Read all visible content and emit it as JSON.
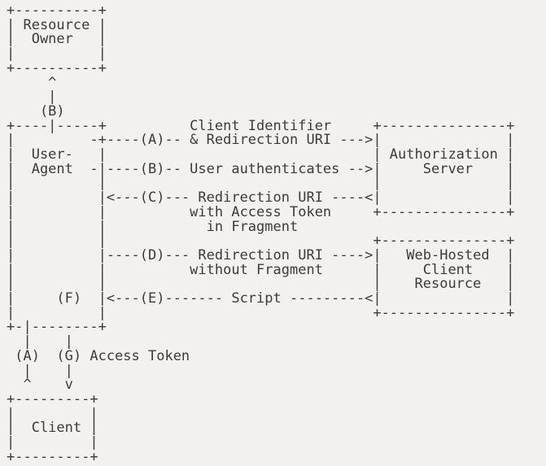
{
  "colors": {
    "background": "#f2f1ee",
    "text": "#3b3b3b"
  },
  "diagram": {
    "ascii": "+----------+\n| Resource |\n|  Owner   |\n|          |\n+----------+\n     ^\n     |\n    (B)\n+----|-----+          Client Identifier     +---------------+\n|         -+----(A)-- & Redirection URI --->|               |\n|  User-   |                                | Authorization |\n|  Agent  -|----(B)-- User authenticates -->|     Server    |\n|          |                                |               |\n|          |<---(C)--- Redirection URI ----<|               |\n|          |          with Access Token     +---------------+\n|          |            in Fragment\n|          |                                +---------------+\n|          |----(D)--- Redirection URI ---->|   Web-Hosted  |\n|          |          without Fragment      |     Client    |\n|          |                                |    Resource   |\n|     (F)  |<---(E)------- Script ---------<|               |\n|          |                                +---------------+\n+-|--------+\n  |    |\n (A)  (G) Access Token\n  |    |\n  ^    v\n+---------+\n|         |\n|  Client |\n|         |\n+---------+",
    "nodes": [
      "Resource Owner",
      "User-Agent",
      "Authorization Server",
      "Web-Hosted Client Resource",
      "Client"
    ],
    "steps": [
      {
        "id": "(A)",
        "text": "Client Identifier & Redirection URI"
      },
      {
        "id": "(B)",
        "text": "User authenticates"
      },
      {
        "id": "(C)",
        "text": "Redirection URI with Access Token in Fragment"
      },
      {
        "id": "(D)",
        "text": "Redirection URI without Fragment"
      },
      {
        "id": "(E)",
        "text": "Script"
      },
      {
        "id": "(F)",
        "text": ""
      },
      {
        "id": "(G)",
        "text": "Access Token"
      }
    ]
  }
}
